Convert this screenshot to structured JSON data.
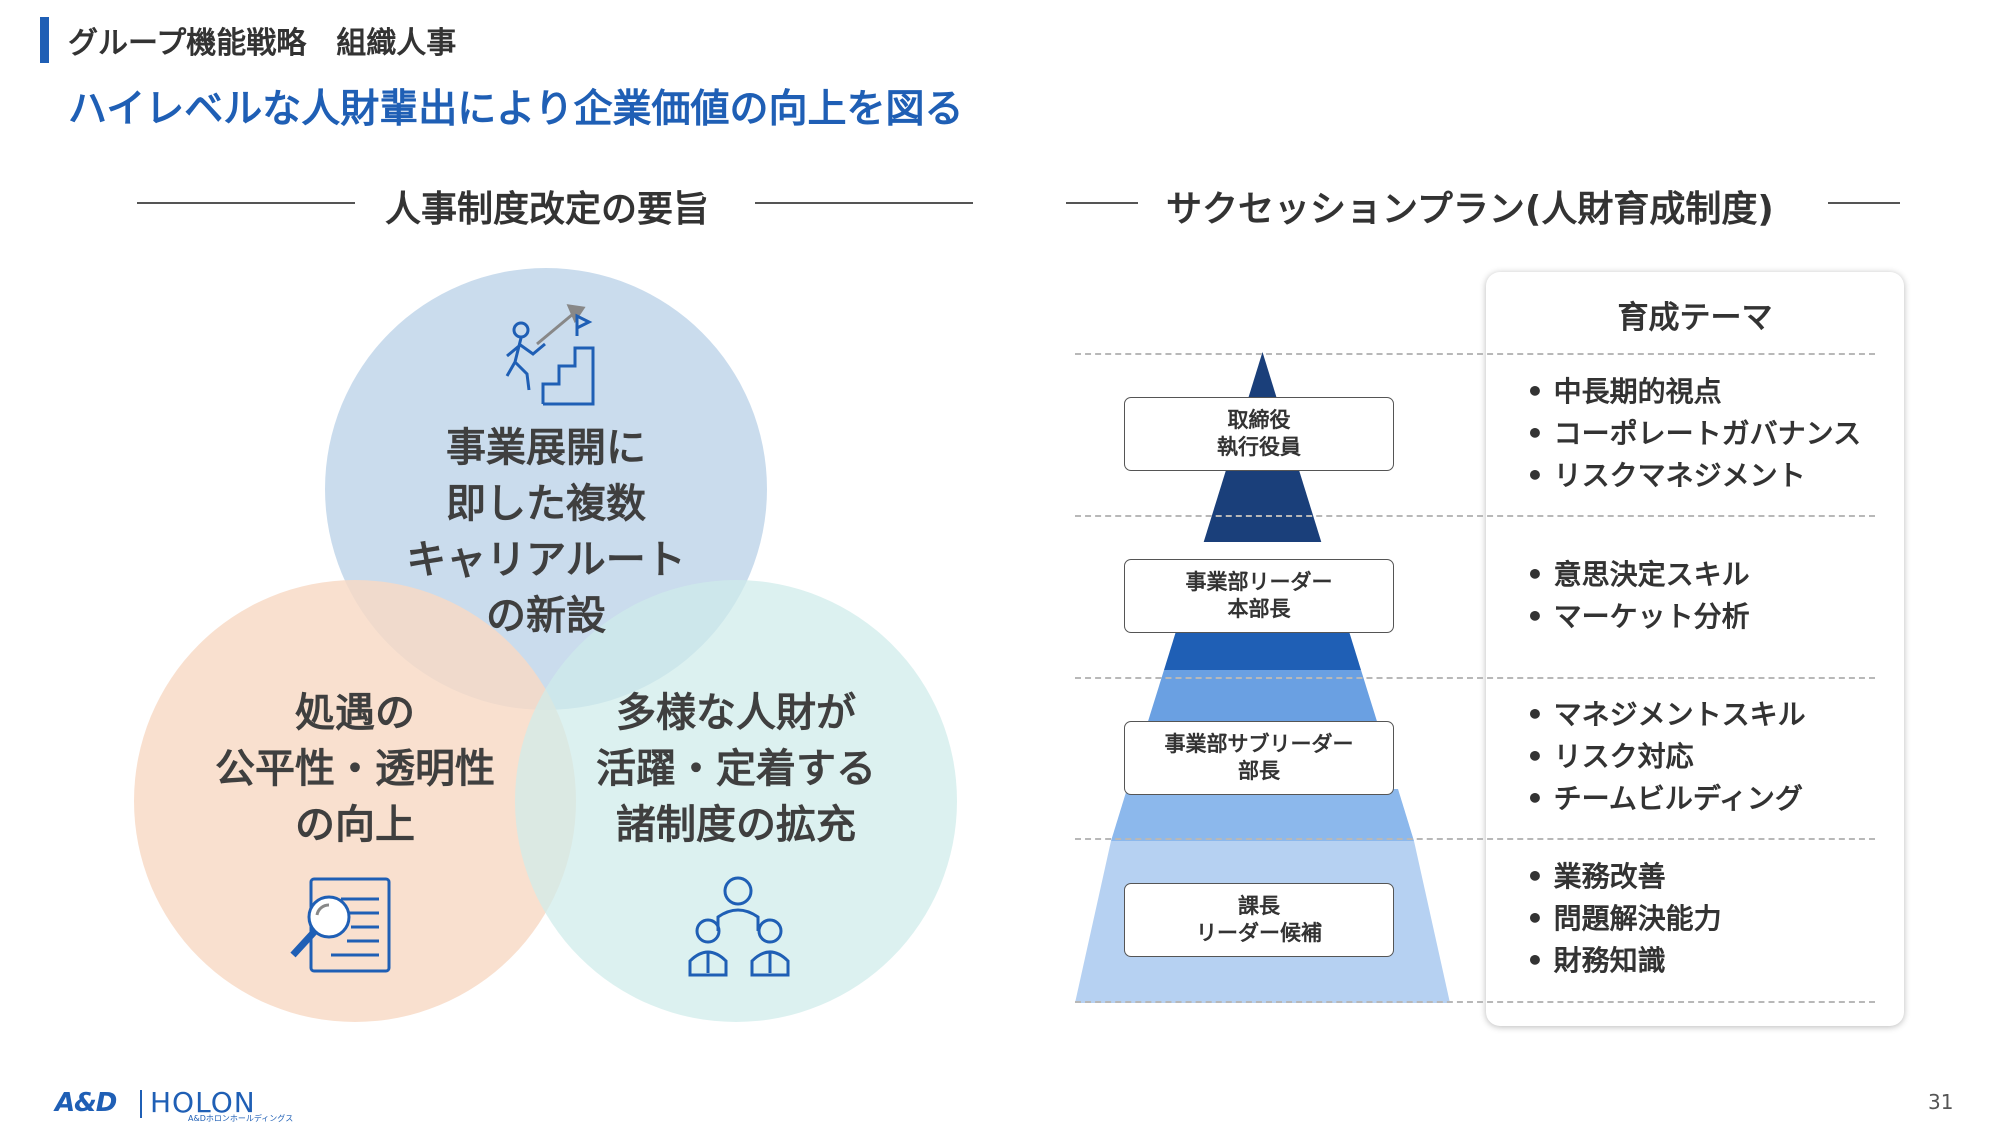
{
  "header": {
    "category": "グループ機能戦略　組織人事",
    "title": "ハイレベルな人財輩出により企業価値の向上を図る"
  },
  "left_section": {
    "title": "人事制度改定の要旨",
    "circles": {
      "top": "事業展開に\n即した複数\nキャリアルート\nの新設",
      "left": "処遇の\n公平性・透明性\nの向上",
      "right": "多様な人財が\n活躍・定着する\n諸制度の拡充"
    },
    "icons": [
      "stair-climb-icon",
      "document-magnifier-icon",
      "people-group-icon"
    ],
    "colors": {
      "top": "#c3d7ea",
      "left": "#f8d9c4",
      "right": "#cfebea"
    }
  },
  "right_section": {
    "title": "サクセッションプラン(人財育成制度)",
    "levels": [
      {
        "label": "取締役\n執行役員",
        "themes": [
          "中長期的視点",
          "コーポレートガバナンス",
          "リスクマネジメント"
        ]
      },
      {
        "label": "事業部リーダー\n本部長",
        "themes": [
          "意思決定スキル",
          "マーケット分析"
        ]
      },
      {
        "label": "事業部サブリーダー\n部長",
        "themes": [
          "マネジメントスキル",
          "リスク対応",
          "チームビルディング"
        ]
      },
      {
        "label": "課長\nリーダー候補",
        "themes": [
          "業務改善",
          "問題解決能力",
          "財務知識"
        ]
      }
    ],
    "theme_header": "育成テーマ",
    "pyramid_colors": [
      "#1a3f7a",
      "#1f5fb5",
      "#6aa0e2",
      "#b6d1f2"
    ]
  },
  "footer": {
    "brand": "A&D",
    "brand2": "HOLON",
    "brand_sub": "A&Dホロンホールディングス",
    "page": "31"
  }
}
